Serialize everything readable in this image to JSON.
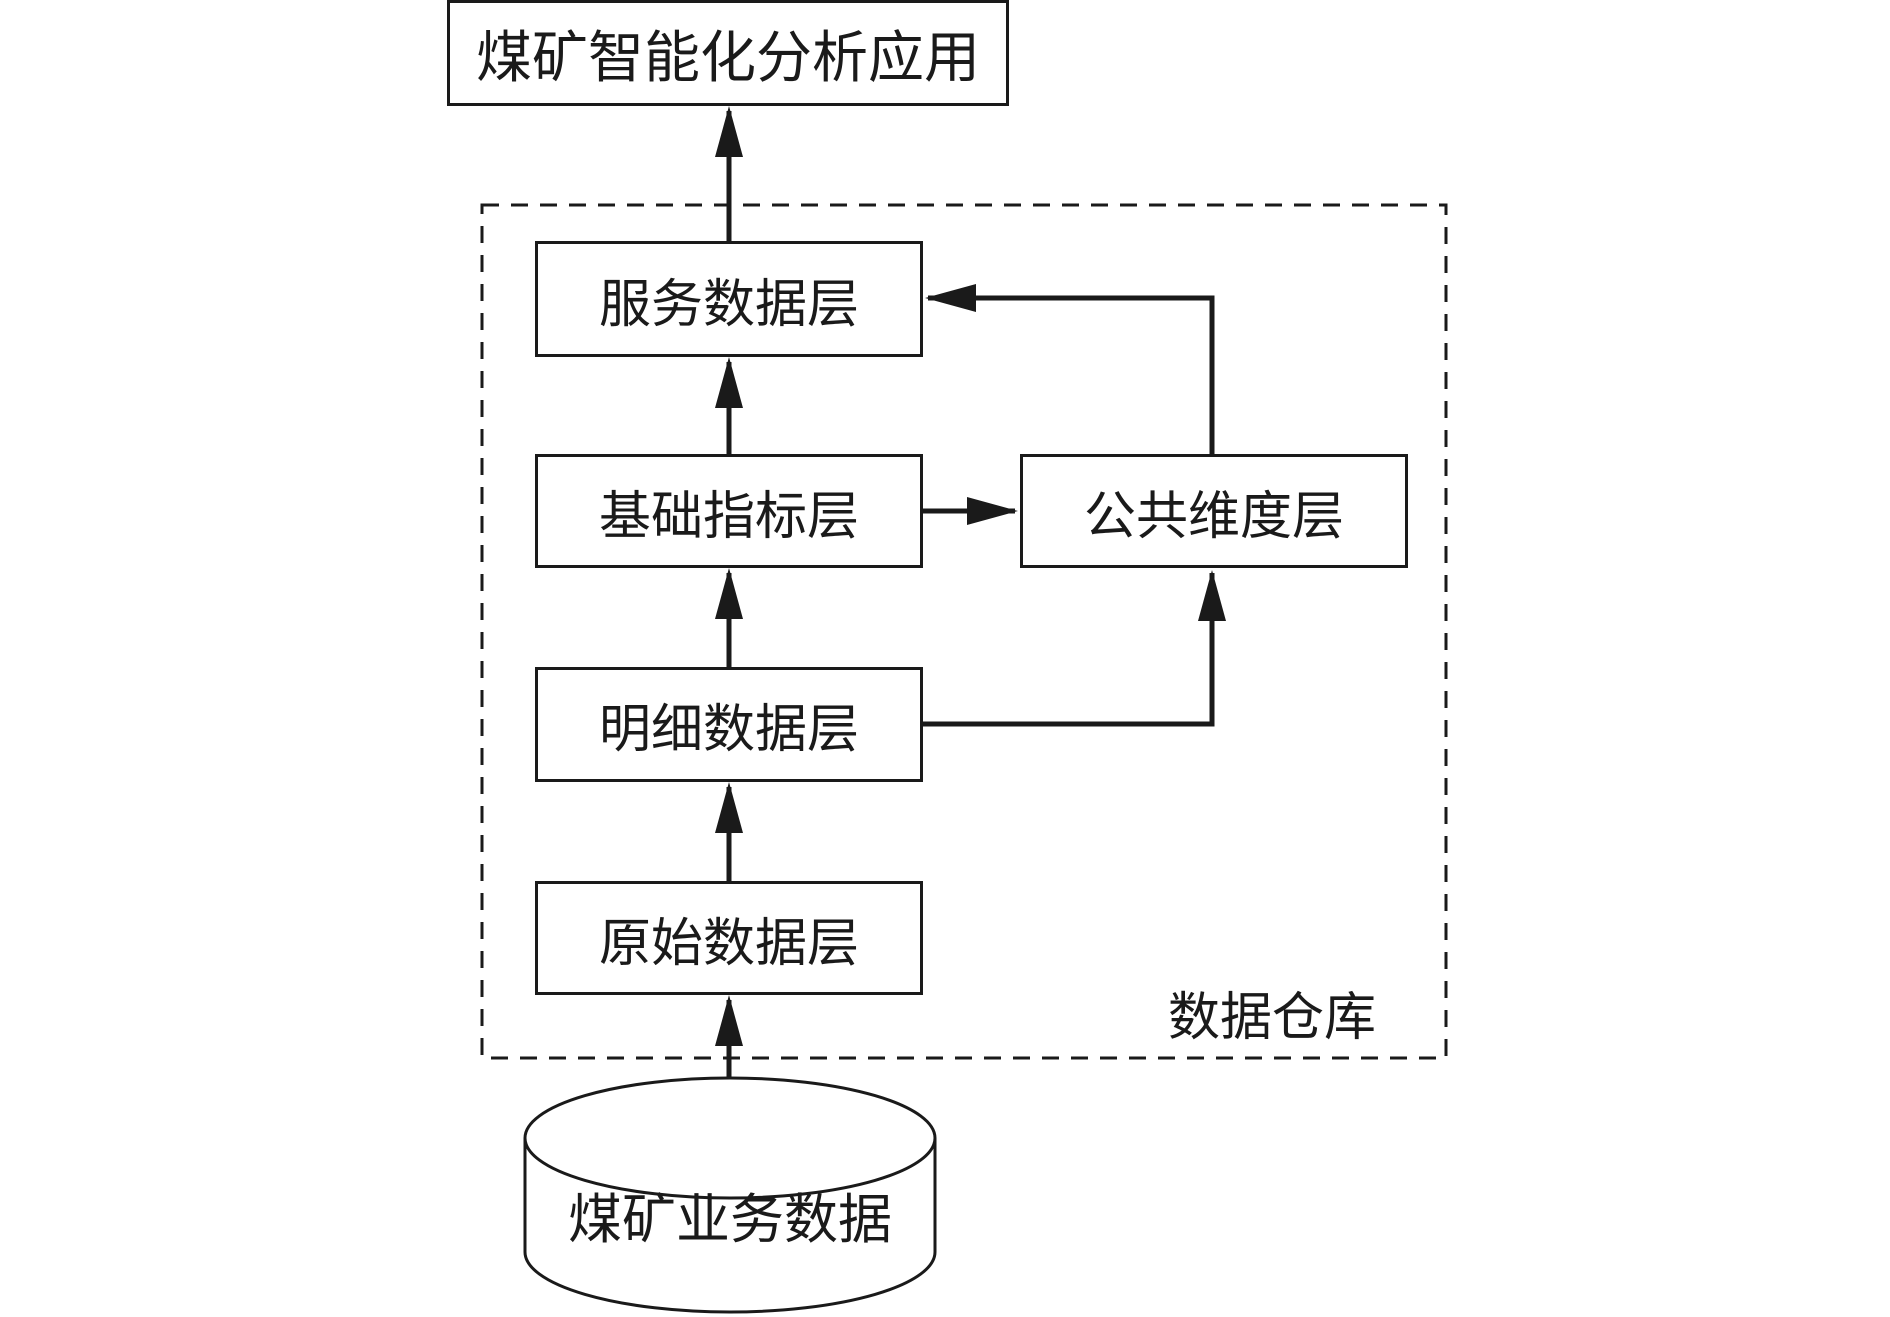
{
  "nodes": {
    "application": "煤矿智能化分析应用",
    "service_layer": "服务数据层",
    "base_indicator_layer": "基础指标层",
    "common_dimension_layer": "公共维度层",
    "detail_layer": "明细数据层",
    "raw_layer": "原始数据层",
    "source_database": "煤矿业务数据"
  },
  "warehouse_label": "数据仓库",
  "edges": [
    {
      "from": "source_database",
      "to": "raw_layer"
    },
    {
      "from": "raw_layer",
      "to": "detail_layer"
    },
    {
      "from": "detail_layer",
      "to": "base_indicator_layer"
    },
    {
      "from": "detail_layer",
      "to": "common_dimension_layer"
    },
    {
      "from": "base_indicator_layer",
      "to": "common_dimension_layer"
    },
    {
      "from": "base_indicator_layer",
      "to": "service_layer"
    },
    {
      "from": "common_dimension_layer",
      "to": "service_layer"
    },
    {
      "from": "service_layer",
      "to": "application"
    }
  ],
  "colors": {
    "line": "#1a1a1a",
    "background": "#ffffff"
  }
}
